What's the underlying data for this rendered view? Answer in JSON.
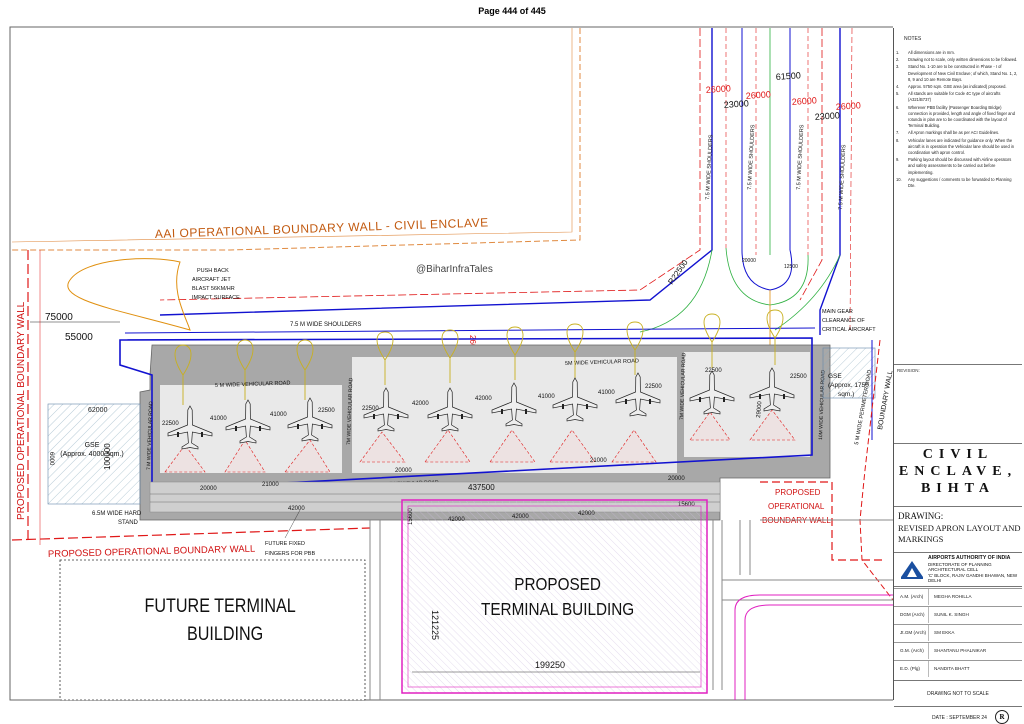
{
  "page_header": "Page 444 of 445",
  "watermark": "@BiharInfraTales",
  "colors": {
    "stand_blue": "#1212d0",
    "boundary_red": "#e01818",
    "taxi_orange": "#e09010",
    "terminal_magenta": "#e020c0",
    "apron_grey": "#9a9a9a"
  },
  "labels": {
    "aai_wall": "AAI OPERATIONAL BOUNDARY WALL - CIVIL ENCLAVE",
    "pob_wall_left": "PROPOSED OPERATIONAL BOUNDARY WALL",
    "pob_wall_bottom": "PROPOSED OPERATIONAL BOUNDARY WALL",
    "pob_wall_right": "PROPOSED OPERATIONAL BOUNDARY WALL",
    "boundary_wall_right": "BOUNDARY WALL",
    "push_back": "PUSH BACK AIRCRAFT JET BLAST 56KM/HR IMPACT SURFACE",
    "main_gear": "MAIN GEAR CLEARANCE OF CRITICAL AIRCRAFT",
    "shoulders_top": "7.5 M WIDE SHOULDERS",
    "shoulders_taxi": "7.5 M WIDE SHOULDERS",
    "vr_top_left": "5 M WIDE VEHICULAR ROAD",
    "vr_top_mid": "5M WIDE VEHICULAR ROAD",
    "vr_left": "7 M WIDE VEHICULAR ROAD",
    "vr_mid": "7M WIDE VEHICULAR ROAD",
    "vr_mid2": "7M WIDE VEHICULAR ROAD",
    "vr_right": "10M WIDE VEHICULAR ROAD",
    "vr_bottom": "7 M WIDE VEHICULAR ROAD",
    "perimeter": "5 M WIDE PERIMETER ROAD",
    "hard_stand": "6.5M WIDE HARD STAND",
    "fingers": "FUTURE FIXED FINGERS FOR PBB",
    "gse_left": "GSE (Approx. 4000 sqm.)",
    "gse_right": "GSE (Approx. 1750 sqm.)",
    "future_terminal": "FUTURE TERMINAL BUILDING",
    "proposed_terminal": "PROPOSED TERMINAL BUILDING"
  },
  "dimensions": {
    "d75000": "75000",
    "d55000": "55000",
    "d62000": "62000",
    "d41000": "41000",
    "d22500": "22500",
    "d20000": "20000",
    "d21000": "21000",
    "d42000": "42000",
    "d437500": "437500",
    "d15600": "15600",
    "d121225": "121225",
    "d199250": "199250",
    "d61500": "61500",
    "d26000": "26000",
    "d23000": "23000",
    "dR22500": "R22500",
    "d12500": "12500",
    "d29000": "29000"
  },
  "notes": {
    "heading": "NOTES",
    "items": [
      "All dimensions are in mm.",
      "Drawing not to scale, only written dimensions to be followed.",
      "Stand No. 1-10 are to be constructed in Phase - I of Development of New Civil Enclave; of which, Stand No. 1, 2, 8, 9 and 10 are Remote Bays.",
      "Approx. 5750 sqm. GSE area (as indicated) proposed.",
      "All stands are suitable for Code 4C type of aircrafts (A321/B737)",
      "Wherever PBB facility (Passenger Boarding Bridge) connection is provided, length and angle of fixed finger and rotunda in plan are to be coordinated with the layout of Terminal Building.",
      "All Apron markings shall be as per ACI Guidelines.",
      "Vehicular lanes are indicated for guidance only. When the aircraft is in operation the Vehicular lane should be used in coordination with apron control.",
      "Parking layout should be discussed with Airline operators and safety assessments to be carried out before implementing.",
      "Any suggestions / comments to be forwarded to Planning Dte."
    ]
  },
  "title_block": {
    "revision": "REVISION:",
    "project": "CIVIL ENCLAVE, BIHTA",
    "drawing_label": "DRAWING:",
    "drawing_name": "REVISED APRON LAYOUT AND MARKINGS",
    "org_name": "AIRPORTS AUTHORITY OF INDIA",
    "org_dept": "DIRECTORATE OF PLANNING ARCHITECTURAL CELL",
    "org_address": "'C' BLOCK, RAJIV GANDHI BHAWAN, NEW DELHI",
    "signatories": [
      {
        "role": "A.M. (Arch)",
        "name": "MEGHA ROHILLA"
      },
      {
        "role": "DGM (Arch)",
        "name": "SUNIL K. SINGH"
      },
      {
        "role": "Jt.GM (Arch)",
        "name": "SM EKKA"
      },
      {
        "role": "G.M. (Arch)",
        "name": "SHANTANU PHALNIKAR"
      },
      {
        "role": "E.D. (Plg)",
        "name": "NANDITA BHATT"
      }
    ],
    "scale_note": "DRAWING NOT TO SCALE",
    "date": "DATE : SEPTEMBER 24",
    "mark": "R"
  }
}
